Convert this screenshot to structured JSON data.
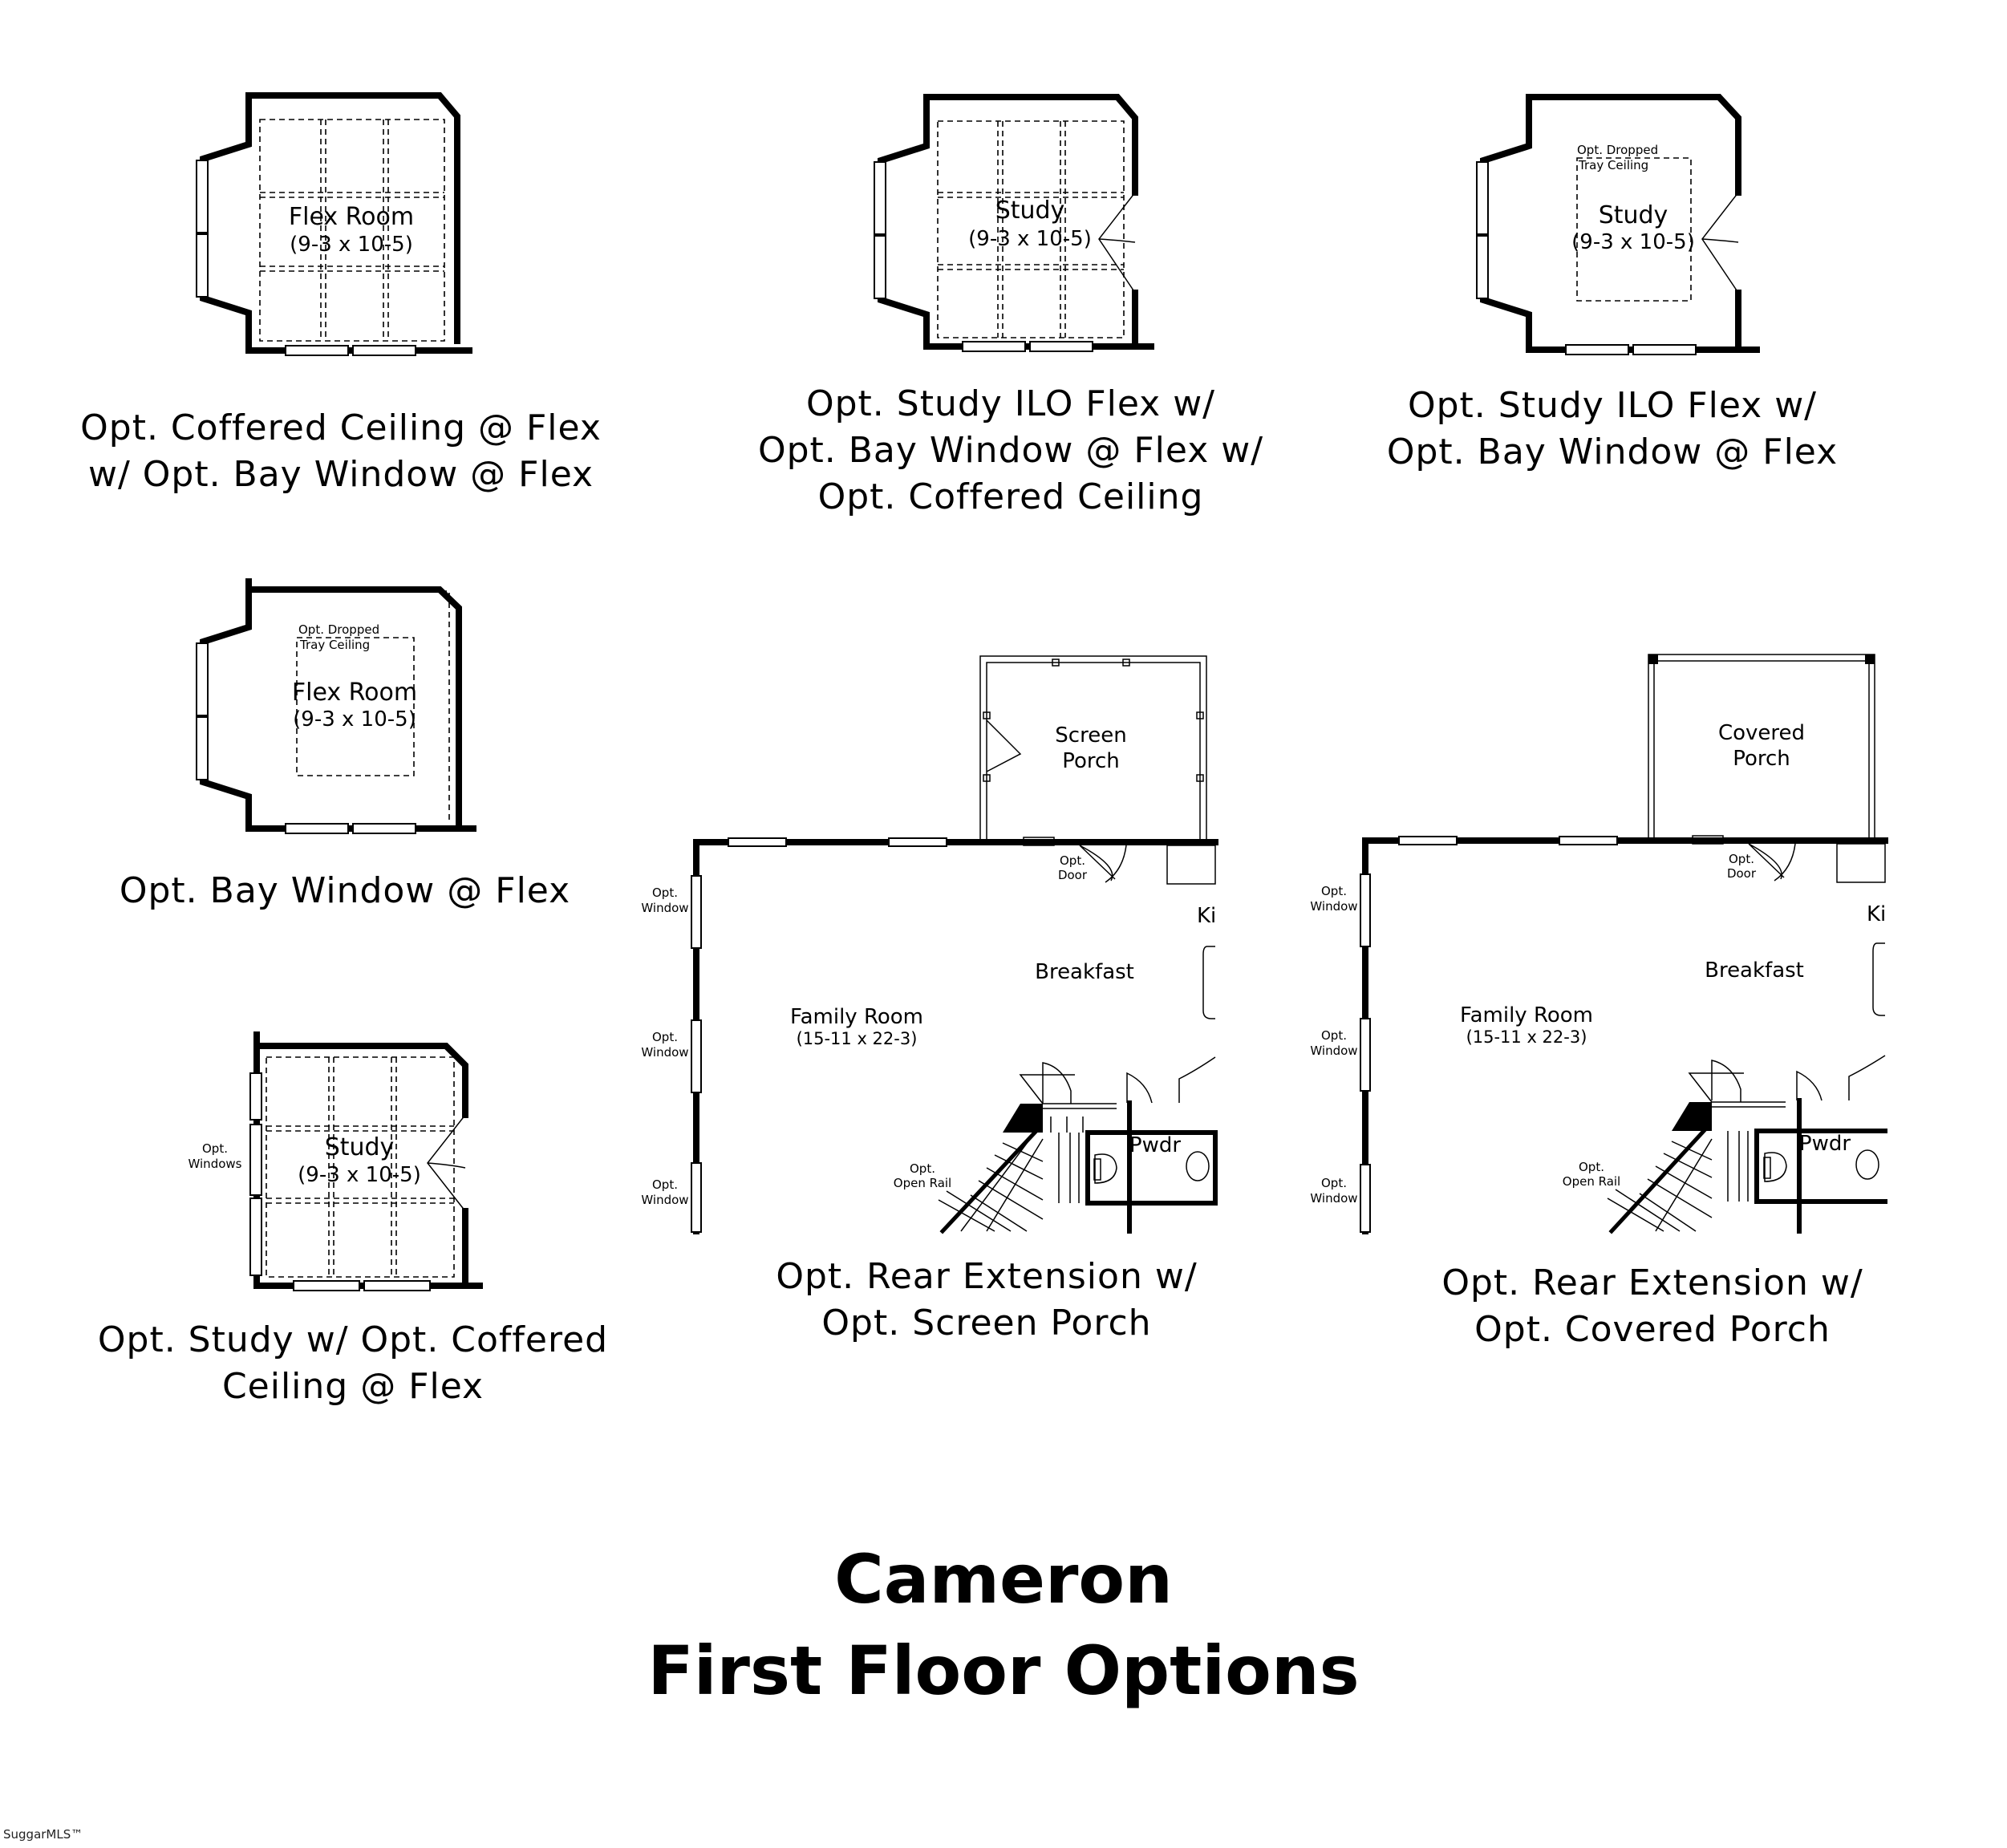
{
  "title": {
    "line1": "Cameron",
    "line2": "First Floor Options"
  },
  "captions": {
    "coffered_flex": [
      "Opt. Coffered Ceiling @ Flex",
      "w/ Opt. Bay Window @ Flex"
    ],
    "study_bay_coffered": [
      "Opt. Study ILO Flex w/",
      "Opt. Bay Window @ Flex w/",
      "Opt. Coffered Ceiling"
    ],
    "study_bay": [
      "Opt. Study ILO Flex w/",
      "Opt. Bay Window @ Flex"
    ],
    "bay_flex": [
      "Opt. Bay Window @ Flex"
    ],
    "study_coffered": [
      "Opt. Study w/ Opt. Coffered",
      "Ceiling @ Flex"
    ],
    "rear_screen": [
      "Opt. Rear Extension w/",
      "Opt. Screen Porch"
    ],
    "rear_covered": [
      "Opt. Rear Extension w/",
      "Opt. Covered Porch"
    ]
  },
  "rooms": {
    "flex_room": "Flex Room",
    "study": "Study",
    "flex_size": "(9-3 x 10-5)",
    "screen_porch": [
      "Screen",
      "Porch"
    ],
    "covered_porch": [
      "Covered",
      "Porch"
    ],
    "family_room": "Family Room",
    "family_size": "(15-11 x 22-3)",
    "breakfast": "Breakfast",
    "powder": "Pwdr",
    "kitchen_partial": "Ki"
  },
  "notes": {
    "tray": [
      "Opt. Dropped",
      "Tray Ceiling"
    ],
    "window": [
      "Opt.",
      "Window"
    ],
    "windows": [
      "Opt.",
      "Windows"
    ],
    "door": [
      "Opt.",
      "Door"
    ],
    "open_rail": [
      "Opt.",
      "Open Rail"
    ]
  },
  "watermark": "SuggarMLS™"
}
